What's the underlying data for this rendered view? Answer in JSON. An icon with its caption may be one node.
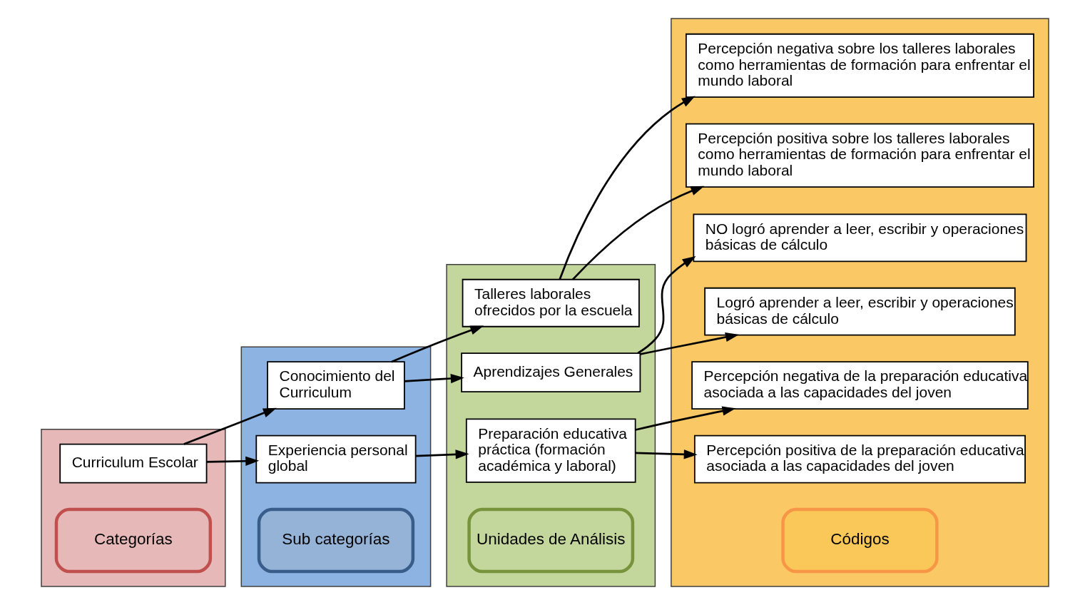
{
  "diagram": {
    "nodes": [
      {
        "text": [],
        "shape": "box"
      },
      {
        "text": [
          "Categorías"
        ],
        "in": 0
      },
      {
        "text": [
          "Curriculum Escolar"
        ],
        "in": 0
      },
      {
        "text": [],
        "shape": "box"
      },
      {
        "text": [
          "Sub categorías"
        ],
        "in": 3
      },
      {
        "text": [
          "Experiencia personal global"
        ],
        "in": 3
      },
      {
        "text": [
          "Conocimiento del Curriculum"
        ],
        "in": 3
      },
      {
        "text": [],
        "shape": "box"
      },
      {
        "text": [
          "Unidades de Análisis"
        ],
        "in": 7
      },
      {
        "text": [
          "Preparación educativa práctica (formación académica y laboral)"
        ],
        "in": 7
      },
      {
        "text": [
          "Aprendizajes Generales"
        ],
        "in": 7
      },
      {
        "text": [
          "Talleres laborales ofrecidos por la escuela"
        ],
        "in": 7
      },
      {
        "text": [],
        "shape": "box"
      },
      {
        "text": [
          "Códigos"
        ],
        "in": 12
      },
      {
        "text": [
          "Percepción positiva de la preparación educativa asociada a las capacidades del joven"
        ],
        "in": 12
      },
      {
        "text": [
          "Percepción negativa de la preparación educativa asociada a las capacidades del joven"
        ],
        "in": 12
      },
      {
        "text": [
          "Logró aprender a leer, escribir y operaciones básicas de cálculo"
        ],
        "in": 12
      },
      {
        "text": [
          "NO logró aprender a leer, escribir y operaciones básicas de cálculo"
        ],
        "in": 12
      },
      {
        "text": [
          "Percepción positiva sobre los talleres laborales como herramientas de formación para enfrentar el mundo laboral"
        ],
        "in": 12
      },
      {
        "text": [
          "Percepción negativa sobre los talleres laborales como herramientas de formación para enfrentar el mundo laboral"
        ],
        "in": 12
      }
    ],
    "edges": [
      {
        "from": 2,
        "to": 5,
        "arrow": "to"
      },
      {
        "from": 2,
        "to": 6,
        "arrow": "to"
      },
      {
        "from": 5,
        "to": 9,
        "arrow": "to"
      },
      {
        "from": 6,
        "to": 10,
        "arrow": "to"
      },
      {
        "from": 6,
        "to": 11,
        "arrow": "to"
      },
      {
        "from": 9,
        "to": 14,
        "arrow": "to"
      },
      {
        "from": 9,
        "to": 15,
        "arrow": "to"
      },
      {
        "from": 10,
        "to": 16,
        "arrow": "to"
      },
      {
        "from": 10,
        "to": 17,
        "arrow": "to"
      },
      {
        "from": 11,
        "to": 18,
        "arrow": "to"
      },
      {
        "from": 11,
        "to": 19,
        "arrow": "to"
      }
    ]
  }
}
